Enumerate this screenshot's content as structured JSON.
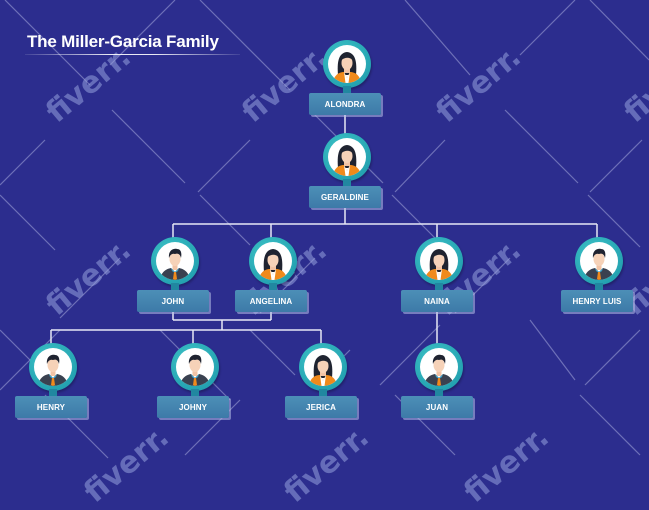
{
  "title": "The Miller-Garcia Family",
  "watermark": "fiverr.",
  "colors": {
    "background": "#2c2d8e",
    "ring": "#2aa9b8",
    "label_box": "#4584b0",
    "connector": "#e6e8f5",
    "female_shirt": "#f08a1c",
    "male_suit": "#3a4150",
    "male_tie": "#f08a1c"
  },
  "nodes": [
    {
      "id": "alondra",
      "name": "ALONDRA",
      "gender": "female",
      "avatar_icon": "female-avatar-icon",
      "generation": 1
    },
    {
      "id": "geraldine",
      "name": "GERALDINE",
      "gender": "female",
      "avatar_icon": "female-avatar-icon",
      "generation": 2
    },
    {
      "id": "john",
      "name": "JOHN",
      "gender": "male",
      "avatar_icon": "male-avatar-icon",
      "generation": 3
    },
    {
      "id": "angelina",
      "name": "ANGELINA",
      "gender": "female",
      "avatar_icon": "female-avatar-icon",
      "generation": 3
    },
    {
      "id": "naina",
      "name": "NAINA",
      "gender": "female",
      "avatar_icon": "female-avatar-icon",
      "generation": 3
    },
    {
      "id": "henry_luis",
      "name": "HENRY LUIS",
      "gender": "male",
      "avatar_icon": "male-avatar-icon",
      "generation": 3
    },
    {
      "id": "henry",
      "name": "HENRY",
      "gender": "male",
      "avatar_icon": "male-avatar-icon",
      "generation": 4
    },
    {
      "id": "johny",
      "name": "JOHNY",
      "gender": "male",
      "avatar_icon": "male-avatar-icon",
      "generation": 4
    },
    {
      "id": "jerica",
      "name": "JERICA",
      "gender": "female",
      "avatar_icon": "female-avatar-icon",
      "generation": 4
    },
    {
      "id": "juan",
      "name": "JUAN",
      "gender": "male",
      "avatar_icon": "male-avatar-icon",
      "generation": 4
    }
  ],
  "edges": [
    {
      "from": "alondra",
      "to": "geraldine"
    },
    {
      "from": "geraldine",
      "to": "john"
    },
    {
      "from": "geraldine",
      "to": "angelina"
    },
    {
      "from": "geraldine",
      "to": "naina"
    },
    {
      "from": "geraldine",
      "to": "henry_luis"
    },
    {
      "from": "john+angelina",
      "to": "henry"
    },
    {
      "from": "john+angelina",
      "to": "johny"
    },
    {
      "from": "john+angelina",
      "to": "jerica"
    },
    {
      "from": "naina",
      "to": "juan"
    }
  ]
}
